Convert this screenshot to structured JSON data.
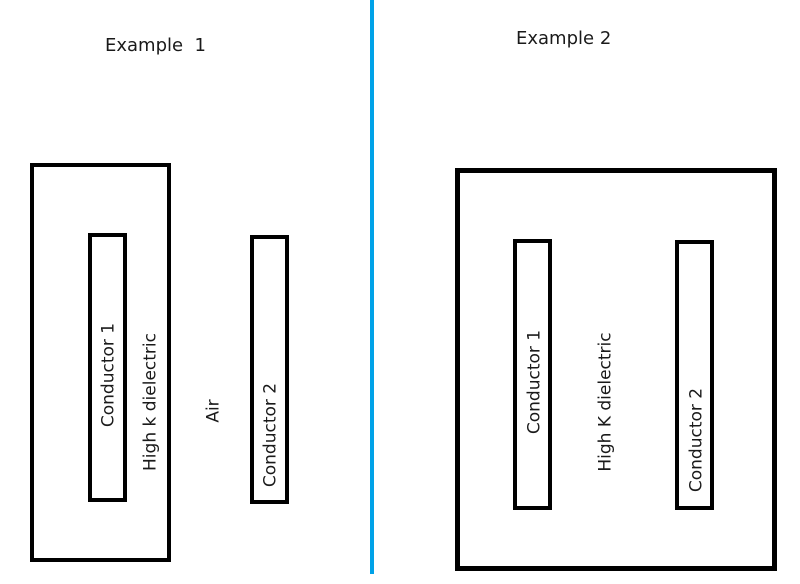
{
  "colors": {
    "divider": "#00a2e8",
    "stroke": "#000000"
  },
  "example1": {
    "title": "Example  1",
    "outer_label": "High k dielectric",
    "conductor1_label": "Conductor 1",
    "gap_label": "Air",
    "conductor2_label": "Conductor 2"
  },
  "example2": {
    "title": "Example 2",
    "dielectric_label": "High K dielectric",
    "conductor1_label": "Conductor 1",
    "conductor2_label": "Conductor 2"
  }
}
